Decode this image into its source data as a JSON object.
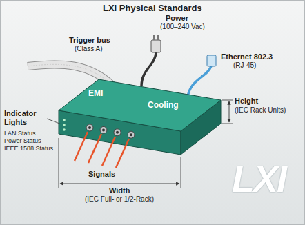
{
  "diagram": {
    "title": "LXI Physical Standards",
    "labels": [
      "Power",
      "(100–240 Vac)",
      "Trigger bus",
      "(Class A)",
      "Ethernet 802.3",
      "(RJ-45)",
      "EMI",
      "Cooling",
      "Height",
      "(IEC Rack Units)",
      "Indicator Lights",
      "LAN Status",
      "Power Status",
      "IEEE 1588 Status",
      "Signals",
      "Width",
      "(IEC Full- or 1/2-Rack)",
      "LXI"
    ]
  }
}
